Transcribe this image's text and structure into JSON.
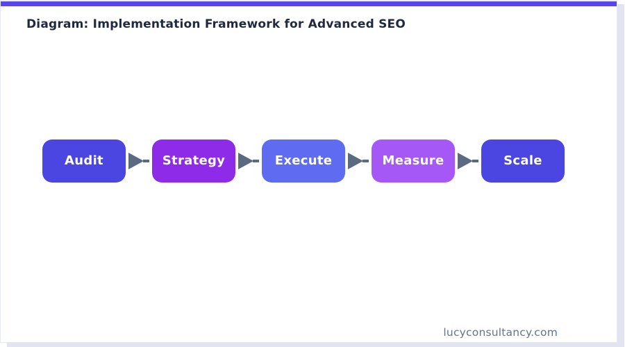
{
  "page": {
    "title": "Diagram: Implementation Framework for Advanced SEO",
    "footer_url": "lucyconsultancy.com"
  },
  "colors": {
    "accent_bar": "#5a46e8",
    "title_text": "#1f2940",
    "arrow": "#5a6a80",
    "footer_text": "#64748b",
    "shadow": "#e2e4f1"
  },
  "flow": {
    "steps": [
      {
        "label": "Audit",
        "color": "#4b45e1"
      },
      {
        "label": "Strategy",
        "color": "#8e2be9"
      },
      {
        "label": "Execute",
        "color": "#5f6bf1"
      },
      {
        "label": "Measure",
        "color": "#a558f5"
      },
      {
        "label": "Scale",
        "color": "#4b45e1"
      }
    ]
  }
}
